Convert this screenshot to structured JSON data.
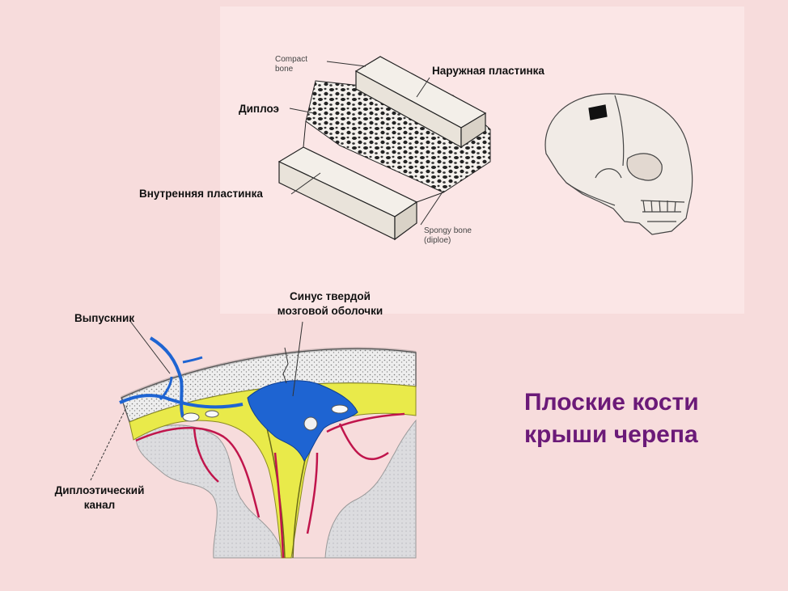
{
  "title": {
    "line1": "Плоские кости",
    "line2": "крыши черепа"
  },
  "top_figure": {
    "compact_bone_en": [
      "Compact",
      "bone"
    ],
    "outer_plate": "Наружная пластинка",
    "diploe": "Диплоэ",
    "inner_plate": "Внутренняя пластинка",
    "spongy_bone_en": [
      "Spongy bone",
      "(diploe)"
    ]
  },
  "bottom_figure": {
    "emissary": "Выпускник",
    "sinus": [
      "Синус твердой",
      "мозговой оболочки"
    ],
    "diploic_canal": [
      "Диплоэтический",
      "канал"
    ]
  },
  "colors": {
    "background": "#f7dcdc",
    "panel": "#fbe7e7",
    "title": "#6b1a78",
    "sinus_blue": "#1e64d2",
    "dura_yellow": "#e9ea4a",
    "vessel_red": "#c0154c",
    "brain_gray": "#d9d9dc"
  }
}
